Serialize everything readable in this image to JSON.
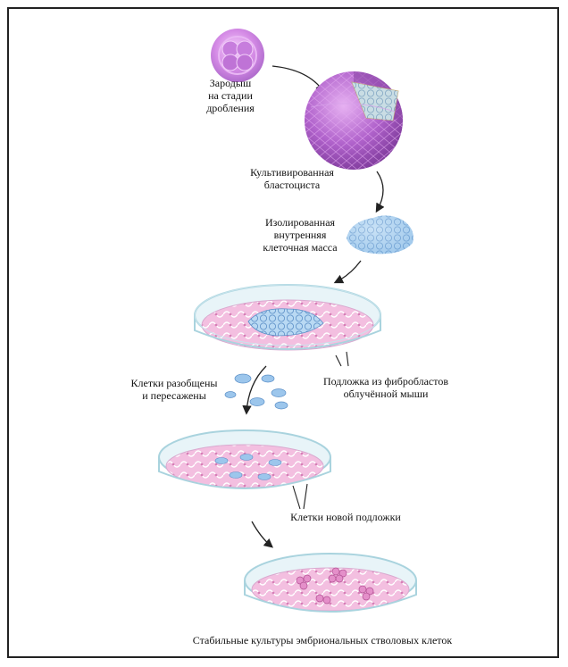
{
  "labels": {
    "embryo": [
      "Зародыш",
      "на стадии",
      "дробления"
    ],
    "blastocyst": [
      "Культивированная",
      "бластоциста"
    ],
    "inner_mass": [
      "Изолированная",
      "внутренняя",
      "клеточная масса"
    ],
    "dissociated": [
      "Клетки разобщены",
      "и пересажены"
    ],
    "feeder": [
      "Подложка из фибробластов",
      "облучённой мыши"
    ],
    "new_feeder": "Клетки новой подложки",
    "stable": "Стабильные культуры эмбриональных стволовых клеток"
  },
  "colors": {
    "embryo": "#d58be6",
    "blastocyst": "#b163cc",
    "inner_mass": "#9cc6ec",
    "feeder_pink": "#f3bfe0",
    "dish_edge": "#a9d3de",
    "stem_colony": "#e48fc9",
    "arrow": "#222222"
  }
}
